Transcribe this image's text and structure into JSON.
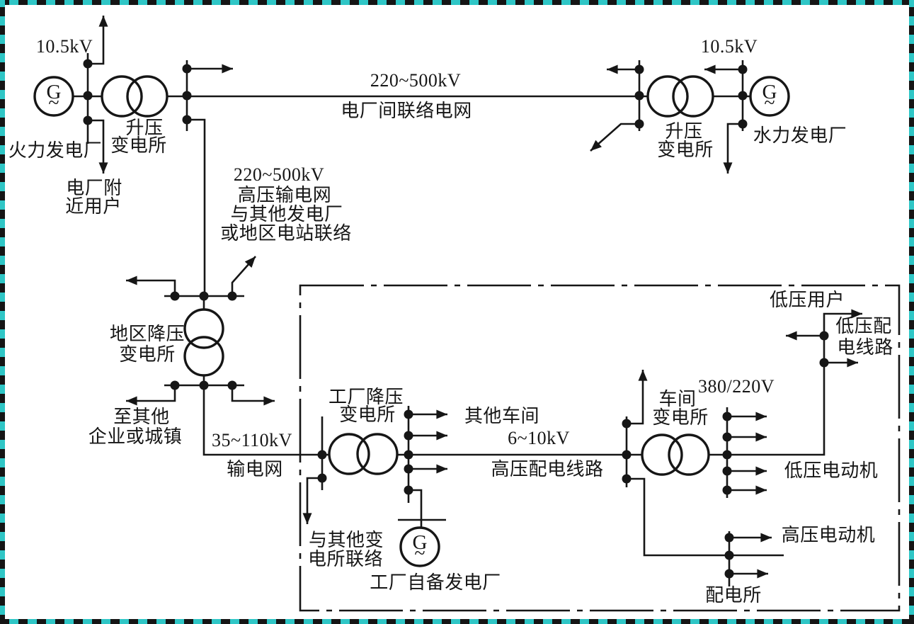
{
  "colors": {
    "line": "#161616",
    "border_teal": "#2fc6c6",
    "background": "#ffffff"
  },
  "generator_symbol": {
    "letter": "G",
    "tilde": "~"
  },
  "top_left": {
    "voltage": "10.5kV",
    "plant": "火力发电厂",
    "substation": [
      "升压",
      "变电所"
    ],
    "nearby_users": [
      "电厂附",
      "近用户"
    ]
  },
  "top_right": {
    "voltage": "10.5kV",
    "plant": "水力发电厂",
    "substation": [
      "升压",
      "变电所"
    ]
  },
  "tie_line": {
    "voltage": "220~500kV",
    "name": "电厂间联络电网"
  },
  "hv_grid_note": [
    "220~500kV",
    "高压输电网",
    "与其他发电厂",
    "或地区电站联络"
  ],
  "regional": {
    "substation": [
      "地区降压",
      "变电所"
    ],
    "to_others": [
      "至其他",
      "企业或城镇"
    ],
    "line_voltage": "35~110kV",
    "line_name": "输电网"
  },
  "factory": {
    "substation": [
      "工厂降压",
      "变电所"
    ],
    "other_workshops": "其他车间",
    "mv_voltage": "6~10kV",
    "mv_line_name": "高压配电线路",
    "interconnect": [
      "与其他变",
      "电所联络"
    ],
    "captive_plant": "工厂自备发电厂"
  },
  "workshop": {
    "substation": [
      "车间",
      "变电所"
    ],
    "lv_voltage": "380/220V",
    "lv_users": "低压用户",
    "lv_line": [
      "低压配",
      "电线路"
    ],
    "lv_motor": "低压电动机",
    "hv_motor": "高压电动机",
    "dist_station": "配电所"
  }
}
